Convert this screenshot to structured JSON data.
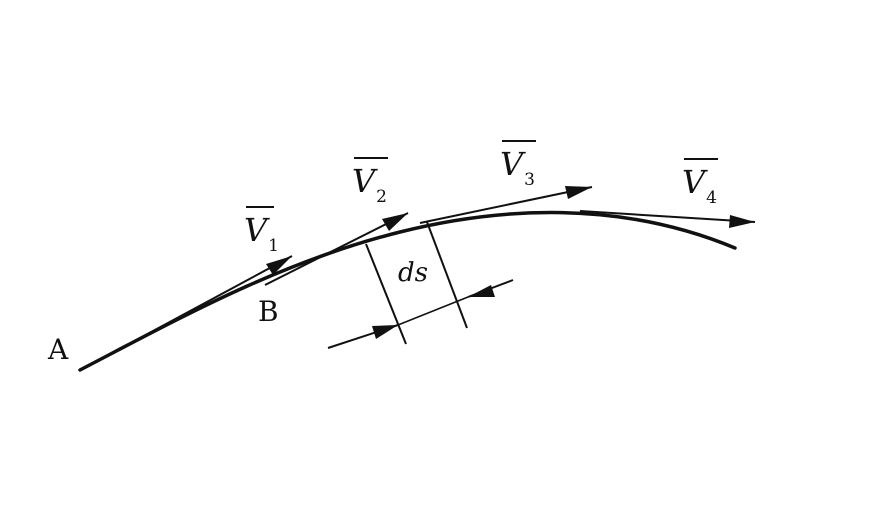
{
  "points": {
    "a": "A",
    "b": "B"
  },
  "vectors": [
    {
      "symbol": "V",
      "subscript": "1"
    },
    {
      "symbol": "V",
      "subscript": "2"
    },
    {
      "symbol": "V",
      "subscript": "3"
    },
    {
      "symbol": "V",
      "subscript": "4"
    }
  ],
  "element_label": "ds",
  "colors": {
    "ink": "#111111",
    "background": "#ffffff"
  }
}
